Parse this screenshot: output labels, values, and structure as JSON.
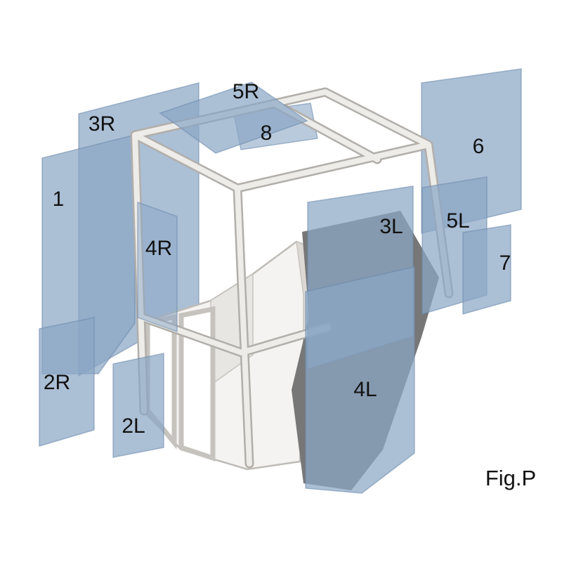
{
  "figure": {
    "caption": "Fig.P"
  },
  "labels": [
    {
      "text": "1"
    },
    {
      "text": "2R"
    },
    {
      "text": "2L"
    },
    {
      "text": "3R"
    },
    {
      "text": "3L"
    },
    {
      "text": "4R"
    },
    {
      "text": "4L"
    },
    {
      "text": "5R"
    },
    {
      "text": "5L"
    },
    {
      "text": "6"
    },
    {
      "text": "7"
    },
    {
      "text": "8"
    }
  ],
  "colors": {
    "glass": "#8aa6c5",
    "glass_edge": "#6a89ab",
    "frame_light": "#edece9",
    "frame_shadow": "#b2aeaa",
    "body_white": "#f4f3f1",
    "body_shade": "#dcd9d5",
    "body_shade2": "#e8e6e3",
    "interior_dark": "#777777",
    "label_text": "#111111",
    "background": "#ffffff"
  }
}
